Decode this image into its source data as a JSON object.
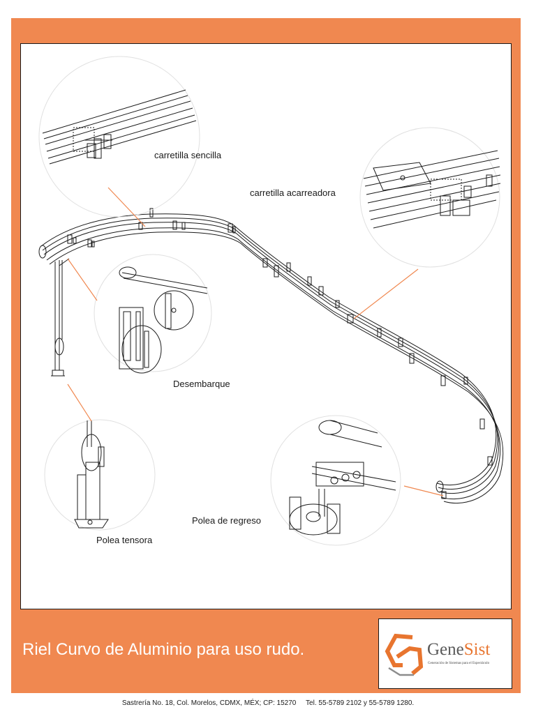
{
  "labels": {
    "single_carriage": "carretilla sencilla",
    "lead_carriage": "carretilla acarreadora",
    "release": "Desembarque",
    "tension_pulley": "Polea tensora",
    "return_pulley": "Polea de regreso"
  },
  "title": "Riel Curvo de Aluminio para uso rudo.",
  "logo": {
    "name_prefix": "Gene",
    "name_suffix": "Sist",
    "tagline": "Generación de Sistemas para el Espectáculo"
  },
  "footer": "Sastrería No. 18, Col. Morelos, CDMX, MÉX; CP: 15270     Tel. 55-5789 2102 y 55-5789 1280.",
  "colors": {
    "frame": "#f08850",
    "leader_lines": "#f08850",
    "logo_accent": "#e8752f",
    "logo_text": "#5a5a5a"
  }
}
